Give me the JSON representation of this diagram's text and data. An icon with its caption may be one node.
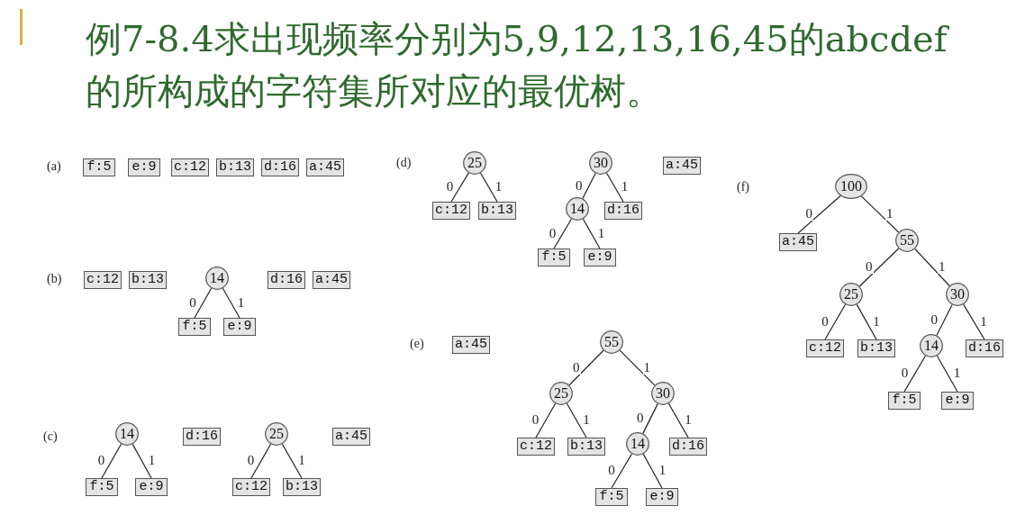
{
  "diagram": {
    "title": "例7-8.4求出现频率分别为5,9,12,13,16,45的abcdef的所构成的字符集所对应的最优树。",
    "nodes": [
      {
        "text": [
          "f:5"
        ]
      },
      {
        "text": [
          "e:9"
        ]
      },
      {
        "text": [
          "c:12"
        ]
      },
      {
        "text": [
          "b:13"
        ]
      },
      {
        "text": [
          "d:16"
        ]
      },
      {
        "text": [
          "a:45"
        ]
      },
      {
        "text": [
          "c:12"
        ]
      },
      {
        "text": [
          "b:13"
        ]
      },
      {
        "text": [
          "14"
        ]
      },
      {
        "text": [
          "f:5"
        ]
      },
      {
        "text": [
          "e:9"
        ]
      },
      {
        "text": [
          "d:16"
        ]
      },
      {
        "text": [
          "a:45"
        ]
      },
      {
        "text": [
          "14"
        ]
      },
      {
        "text": [
          "f:5"
        ]
      },
      {
        "text": [
          "e:9"
        ]
      },
      {
        "text": [
          "d:16"
        ]
      },
      {
        "text": [
          "25"
        ]
      },
      {
        "text": [
          "c:12"
        ]
      },
      {
        "text": [
          "b:13"
        ]
      },
      {
        "text": [
          "a:45"
        ]
      },
      {
        "text": [
          "25"
        ]
      },
      {
        "text": [
          "c:12"
        ]
      },
      {
        "text": [
          "b:13"
        ]
      },
      {
        "text": [
          "30"
        ]
      },
      {
        "text": [
          "14"
        ]
      },
      {
        "text": [
          "d:16"
        ]
      },
      {
        "text": [
          "f:5"
        ]
      },
      {
        "text": [
          "e:9"
        ]
      },
      {
        "text": [
          "a:45"
        ]
      },
      {
        "text": [
          "a:45"
        ]
      },
      {
        "text": [
          "55"
        ]
      },
      {
        "text": [
          "25"
        ]
      },
      {
        "text": [
          "30"
        ]
      },
      {
        "text": [
          "c:12"
        ]
      },
      {
        "text": [
          "b:13"
        ]
      },
      {
        "text": [
          "14"
        ]
      },
      {
        "text": [
          "d:16"
        ]
      },
      {
        "text": [
          "f:5"
        ]
      },
      {
        "text": [
          "e:9"
        ]
      },
      {
        "text": [
          "100"
        ]
      },
      {
        "text": [
          "a:45"
        ]
      },
      {
        "text": [
          "55"
        ]
      },
      {
        "text": [
          "25"
        ]
      },
      {
        "text": [
          "30"
        ]
      },
      {
        "text": [
          "c:12"
        ]
      },
      {
        "text": [
          "b:13"
        ]
      },
      {
        "text": [
          "14"
        ]
      },
      {
        "text": [
          "d:16"
        ]
      },
      {
        "text": [
          "f:5"
        ]
      },
      {
        "text": [
          "e:9"
        ]
      }
    ],
    "edges": [
      {
        "from": 8,
        "to": 9,
        "arrow": "none",
        "label": "0"
      },
      {
        "from": 8,
        "to": 10,
        "arrow": "none",
        "label": "1"
      },
      {
        "from": 13,
        "to": 14,
        "arrow": "none",
        "label": "0"
      },
      {
        "from": 13,
        "to": 15,
        "arrow": "none",
        "label": "1"
      },
      {
        "from": 17,
        "to": 18,
        "arrow": "none",
        "label": "0"
      },
      {
        "from": 17,
        "to": 19,
        "arrow": "none",
        "label": "1"
      },
      {
        "from": 21,
        "to": 22,
        "arrow": "none",
        "label": "0"
      },
      {
        "from": 21,
        "to": 23,
        "arrow": "none",
        "label": "1"
      },
      {
        "from": 24,
        "to": 25,
        "arrow": "none",
        "label": "0"
      },
      {
        "from": 24,
        "to": 26,
        "arrow": "none",
        "label": "1"
      },
      {
        "from": 25,
        "to": 27,
        "arrow": "none",
        "label": "0"
      },
      {
        "from": 25,
        "to": 28,
        "arrow": "none",
        "label": "1"
      },
      {
        "from": 31,
        "to": 32,
        "arrow": "none",
        "label": "0"
      },
      {
        "from": 31,
        "to": 33,
        "arrow": "none",
        "label": "1"
      },
      {
        "from": 32,
        "to": 34,
        "arrow": "none",
        "label": "0"
      },
      {
        "from": 32,
        "to": 35,
        "arrow": "none",
        "label": "1"
      },
      {
        "from": 33,
        "to": 36,
        "arrow": "none",
        "label": "0"
      },
      {
        "from": 33,
        "to": 37,
        "arrow": "none",
        "label": "1"
      },
      {
        "from": 36,
        "to": 38,
        "arrow": "none",
        "label": "0"
      },
      {
        "from": 36,
        "to": 39,
        "arrow": "none",
        "label": "1"
      },
      {
        "from": 40,
        "to": 41,
        "arrow": "none",
        "label": "0"
      },
      {
        "from": 40,
        "to": 42,
        "arrow": "none",
        "label": "1"
      },
      {
        "from": 42,
        "to": 43,
        "arrow": "none",
        "label": "0"
      },
      {
        "from": 42,
        "to": 44,
        "arrow": "none",
        "label": "1"
      },
      {
        "from": 43,
        "to": 45,
        "arrow": "none",
        "label": "0"
      },
      {
        "from": 43,
        "to": 46,
        "arrow": "none",
        "label": "1"
      },
      {
        "from": 44,
        "to": 47,
        "arrow": "none",
        "label": "0"
      },
      {
        "from": 44,
        "to": 48,
        "arrow": "none",
        "label": "1"
      },
      {
        "from": 47,
        "to": 49,
        "arrow": "none",
        "label": "0"
      },
      {
        "from": 47,
        "to": 50,
        "arrow": "none",
        "label": "1"
      }
    ],
    "labels": [
      "(a)",
      "(d)",
      "(f)",
      "(b)",
      "(e)",
      "(c)"
    ]
  }
}
